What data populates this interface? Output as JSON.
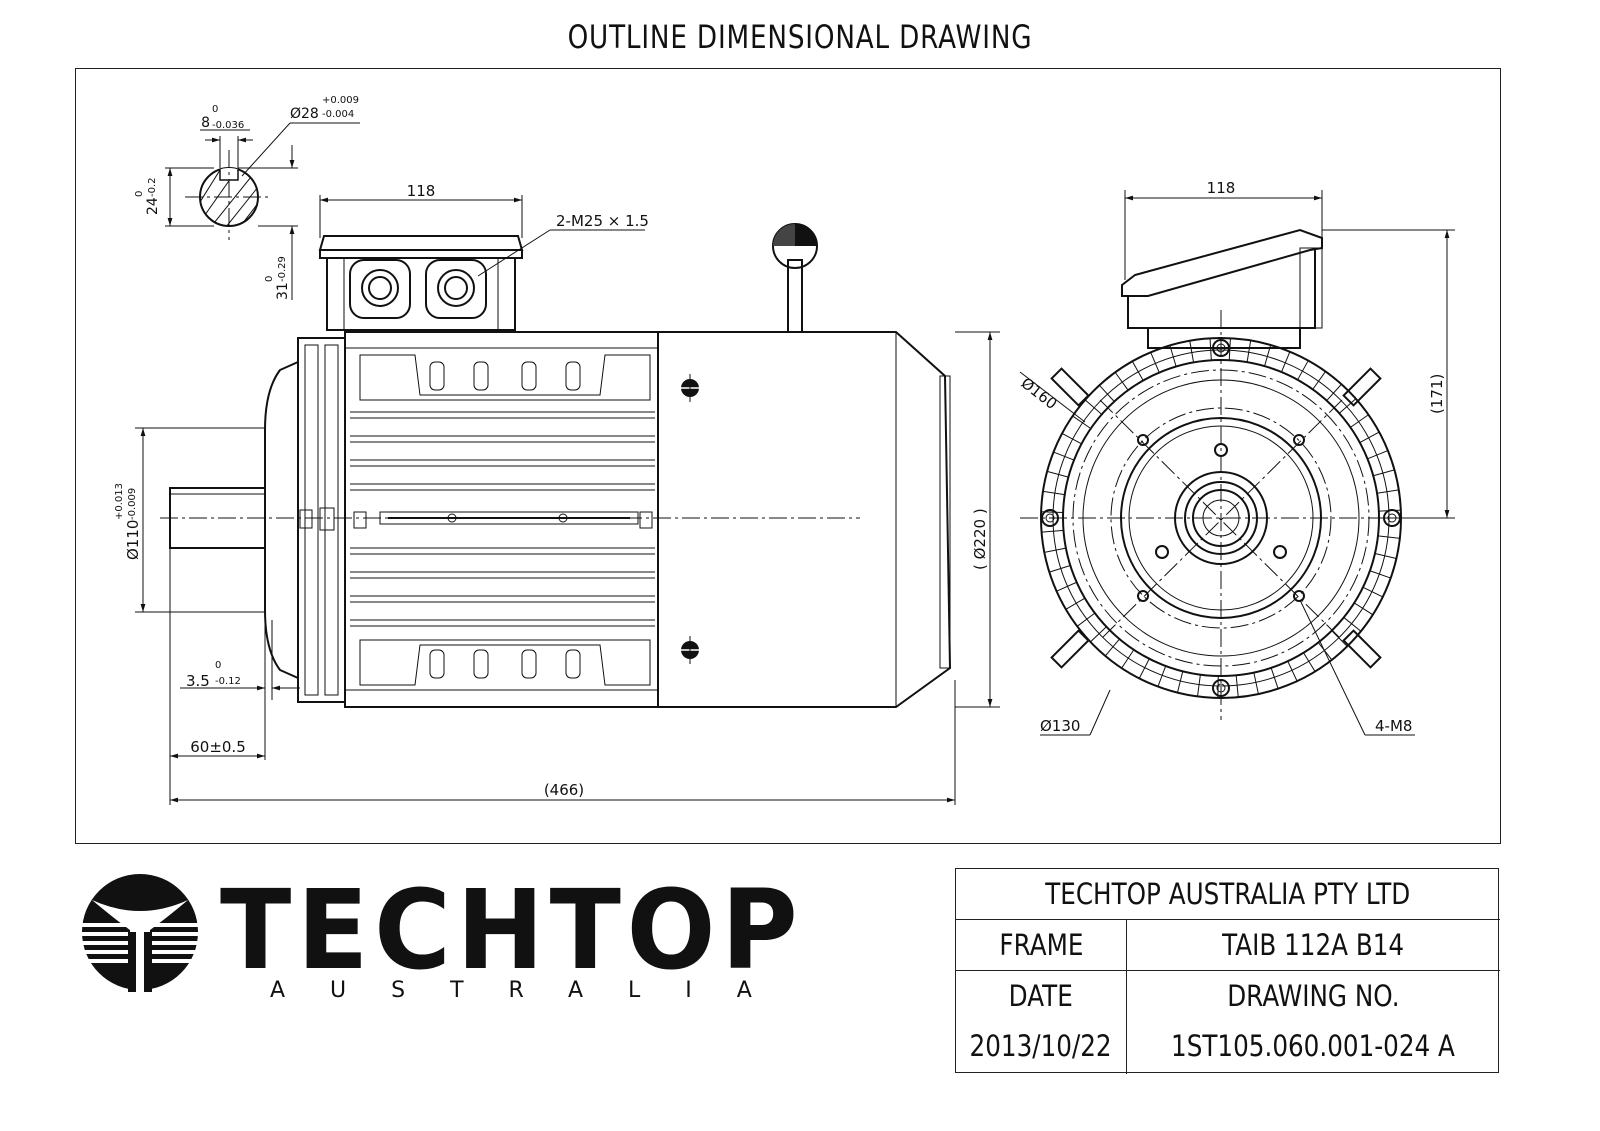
{
  "title": "OUTLINE DIMENSIONAL DRAWING",
  "dimensions": {
    "key_width": "8",
    "key_width_tol_upper": "0",
    "key_width_tol_lower": "-0.036",
    "shaft_dia": "Ø28",
    "shaft_dia_tol_upper": "+0.009",
    "shaft_dia_tol_lower": "-0.004",
    "key_height": "24",
    "key_height_tol_upper": "0",
    "key_height_tol_lower": "-0.2",
    "shaft_height": "31",
    "shaft_height_tol_upper": "0",
    "shaft_height_tol_lower": "-0.29",
    "terminal_box_width": "118",
    "cable_glands": "2-M25 × 1.5",
    "spigot_dia": "Ø110",
    "spigot_dia_tol_upper": "+0.013",
    "spigot_dia_tol_lower": "-0.009",
    "body_dia": "( Ø220 )",
    "spigot_depth": "3.5",
    "spigot_depth_tol_upper": "0",
    "spigot_depth_tol_lower": "-0.12",
    "shaft_length": "60±0.5",
    "overall_length": "(466)",
    "end_terminal_width": "118",
    "overall_height": "(171)",
    "flange_pcd": "Ø160",
    "bolt_pcd": "Ø130",
    "flange_holes": "4-M8"
  },
  "logo": {
    "word": "TECHTOP",
    "sub": "AUSTRALIA"
  },
  "title_block": {
    "company": "TECHTOP AUSTRALIA PTY LTD",
    "frame_label": "FRAME",
    "frame_value": "TAIB 112A B14",
    "date_label": "DATE",
    "drawing_no_label": "DRAWING NO.",
    "date_value": "2013/10/22",
    "drawing_no_value": "1ST105.060.001-024 A"
  }
}
